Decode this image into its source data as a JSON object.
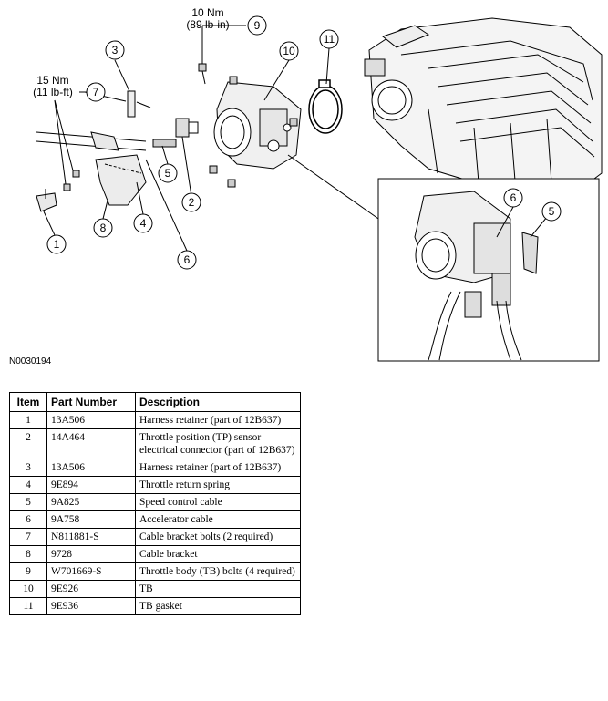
{
  "figure": {
    "id": "N0030194",
    "torque_9": {
      "nm": "10 Nm",
      "imperial": "(89 lb-in)"
    },
    "torque_7": {
      "nm": "15 Nm",
      "imperial": "(11 lb-ft)"
    },
    "callouts": [
      "1",
      "2",
      "3",
      "4",
      "5",
      "6",
      "7",
      "8",
      "9",
      "10",
      "11"
    ],
    "detail_callouts": [
      "6",
      "5"
    ]
  },
  "table": {
    "headers": {
      "item": "Item",
      "part": "Part Number",
      "desc": "Description"
    },
    "rows": [
      {
        "item": "1",
        "part": "13A506",
        "desc": "Harness retainer (part of 12B637)"
      },
      {
        "item": "2",
        "part": "14A464",
        "desc": "Throttle position (TP) sensor electrical connector (part of 12B637)"
      },
      {
        "item": "3",
        "part": "13A506",
        "desc": "Harness retainer (part of 12B637)"
      },
      {
        "item": "4",
        "part": "9E894",
        "desc": "Throttle return spring"
      },
      {
        "item": "5",
        "part": "9A825",
        "desc": "Speed control cable"
      },
      {
        "item": "6",
        "part": "9A758",
        "desc": "Accelerator cable"
      },
      {
        "item": "7",
        "part": "N811881-S",
        "desc": "Cable bracket bolts (2 required)"
      },
      {
        "item": "8",
        "part": "9728",
        "desc": "Cable bracket"
      },
      {
        "item": "9",
        "part": "W701669-S",
        "desc": "Throttle body (TB) bolts (4 required)"
      },
      {
        "item": "10",
        "part": "9E926",
        "desc": "TB"
      },
      {
        "item": "11",
        "part": "9E936",
        "desc": "TB gasket"
      }
    ]
  }
}
